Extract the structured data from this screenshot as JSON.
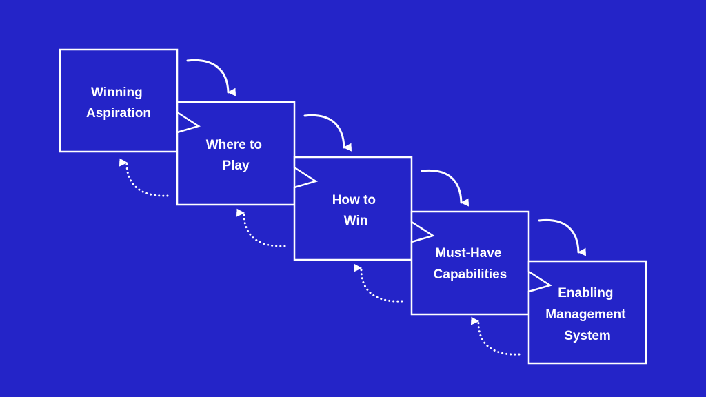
{
  "colors": {
    "background": "#2424c8",
    "stroke": "#ffffff",
    "text": "#ffffff"
  },
  "steps": [
    {
      "label_lines": [
        "Winning",
        "Aspiration"
      ]
    },
    {
      "label_lines": [
        "Where to",
        "Play"
      ]
    },
    {
      "label_lines": [
        "How to",
        "Win"
      ]
    },
    {
      "label_lines": [
        "Must-Have",
        "Capabilities"
      ]
    },
    {
      "label_lines": [
        "Enabling",
        "Management",
        "System"
      ]
    }
  ],
  "connectors": {
    "forward_arrow": "solid-curved-arrow-icon",
    "feedback_arrow": "dotted-curved-arrow-icon"
  }
}
